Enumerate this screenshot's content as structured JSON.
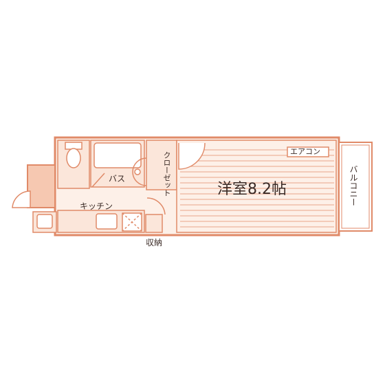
{
  "floorplan": {
    "rooms": {
      "western_room": "洋室8.2帖",
      "bath": "バス",
      "kitchen": "キッチン",
      "closet": "クローゼット",
      "balcony": "バルコニー"
    },
    "equipment": {
      "air_conditioner": "エアコン",
      "storage": "収納"
    },
    "colors": {
      "wall_stroke": "#e08a68",
      "room_fill": "#fbe6da",
      "accent_fill": "#f6c8b1",
      "text": "#3a2a25",
      "background": "#ffffff"
    }
  }
}
